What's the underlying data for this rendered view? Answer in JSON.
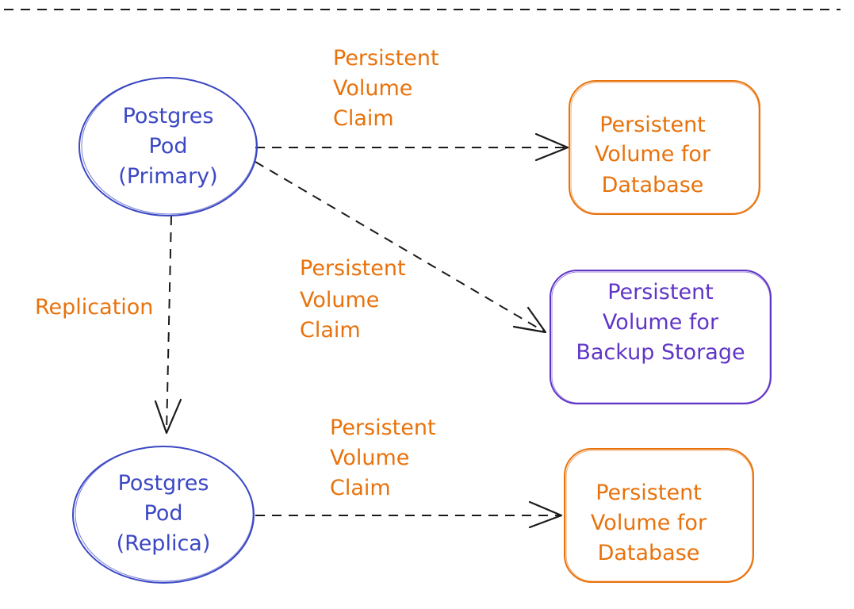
{
  "colors": {
    "pod": "#3b47c4",
    "volume": "#e8720c",
    "backup": "#6035c8",
    "label": "#e8720c",
    "edge": "#1a1a1a"
  },
  "nodes": {
    "primary_pod": {
      "lines": [
        "Postgres",
        "Pod",
        "(Primary)"
      ]
    },
    "replica_pod": {
      "lines": [
        "Postgres",
        "Pod",
        "(Replica)"
      ]
    },
    "db_volume_primary": {
      "lines": [
        "Persistent",
        "Volume for",
        "Database"
      ]
    },
    "backup_volume": {
      "lines": [
        "Persistent",
        "Volume for",
        "Backup Storage"
      ]
    },
    "db_volume_replica": {
      "lines": [
        "Persistent",
        "Volume for",
        "Database"
      ]
    }
  },
  "edge_labels": {
    "claim_primary_db": {
      "lines": [
        "Persistent",
        "Volume",
        "Claim"
      ]
    },
    "claim_backup": {
      "lines": [
        "Persistent",
        "Volume",
        "Claim"
      ]
    },
    "claim_replica_db": {
      "lines": [
        "Persistent",
        "Volume",
        "Claim"
      ]
    },
    "replication": {
      "lines": [
        "Replication"
      ]
    }
  }
}
